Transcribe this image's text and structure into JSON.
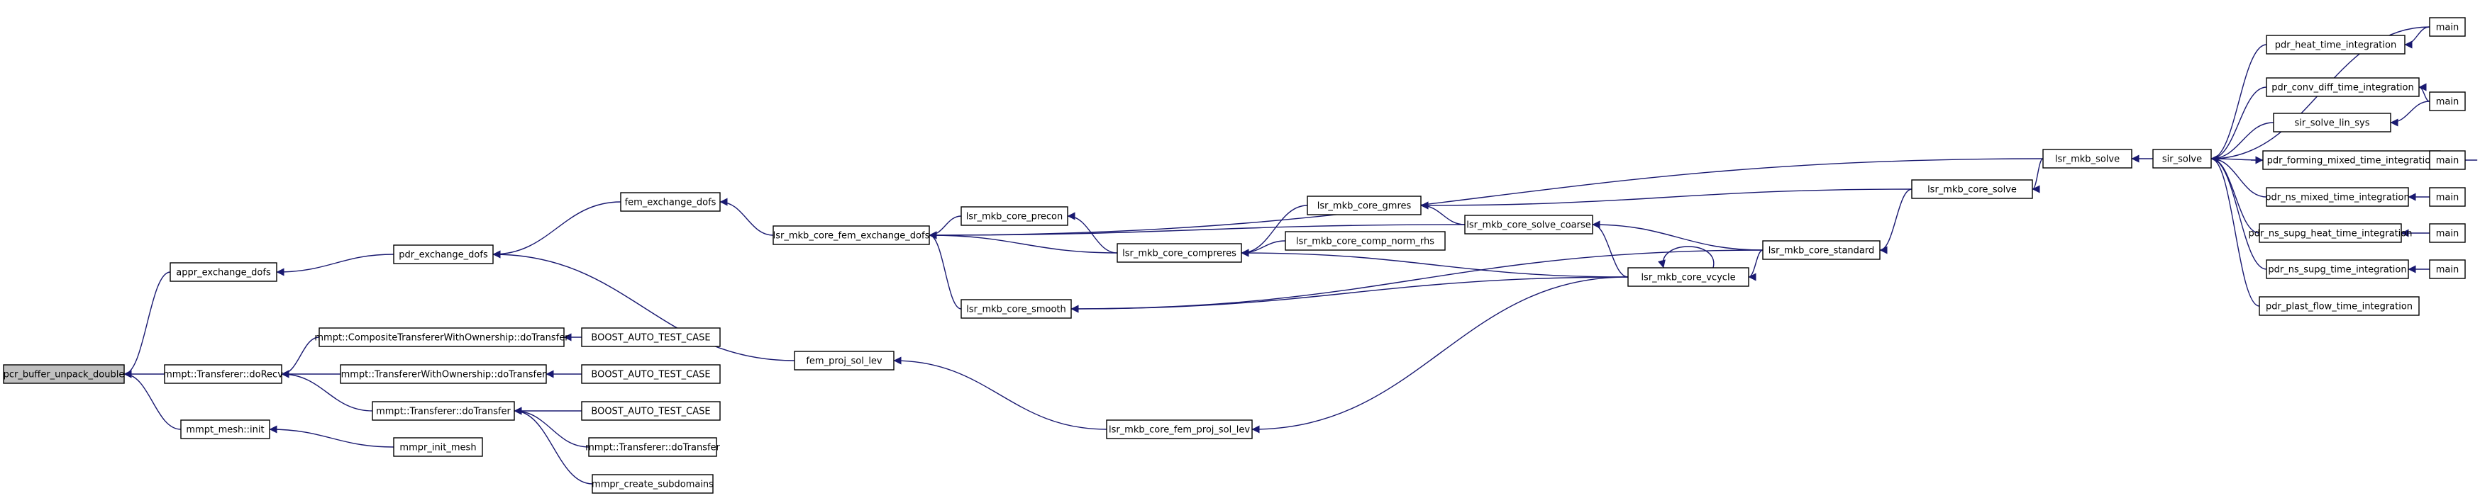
{
  "graph": {
    "root": "pcr_buffer_unpack_double",
    "edge_color": "#191970",
    "root_fill": "#c0c0c0",
    "nodes": [
      {
        "id": "n0",
        "label": "pcr_buffer_unpack_double"
      },
      {
        "id": "n1",
        "label": "appr_exchange_dofs"
      },
      {
        "id": "n2",
        "label": "mmpt::Transferer::doRecv"
      },
      {
        "id": "n3",
        "label": "mmpt_mesh::init"
      },
      {
        "id": "n4",
        "label": "pdr_exchange_dofs"
      },
      {
        "id": "n5",
        "label": "fem_exchange_dofs"
      },
      {
        "id": "n6",
        "label": "lsr_mkb_core_fem_exchange_dofs"
      },
      {
        "id": "n7",
        "label": "lsr_mkb_core_precon"
      },
      {
        "id": "n8",
        "label": "lsr_mkb_core_compreres"
      },
      {
        "id": "n9",
        "label": "lsr_mkb_core_smooth"
      },
      {
        "id": "n10",
        "label": "lsr_mkb_core_gmres"
      },
      {
        "id": "n11",
        "label": "lsr_mkb_core_comp_norm_rhs"
      },
      {
        "id": "n12",
        "label": "lsr_mkb_core_solve_coarse"
      },
      {
        "id": "n13",
        "label": "lsr_mkb_core_vcycle"
      },
      {
        "id": "n14",
        "label": "lsr_mkb_core_standard"
      },
      {
        "id": "n15",
        "label": "lsr_mkb_core_solve"
      },
      {
        "id": "n16",
        "label": "lsr_mkb_solve"
      },
      {
        "id": "n17",
        "label": "sir_solve"
      },
      {
        "id": "n18",
        "label": "pdr_heat_time_integration"
      },
      {
        "id": "n19",
        "label": "pdr_conv_diff_time_integration"
      },
      {
        "id": "n20",
        "label": "sir_solve_lin_sys"
      },
      {
        "id": "n21",
        "label": "pdr_forming_mixed_time_integration"
      },
      {
        "id": "n22",
        "label": "pdr_ns_mixed_time_integration"
      },
      {
        "id": "n23",
        "label": "pdr_ns_supg_heat_time_integration"
      },
      {
        "id": "n24",
        "label": "pdr_ns_supg_time_integration"
      },
      {
        "id": "n25",
        "label": "pdr_plast_flow_time_integration"
      },
      {
        "id": "n26",
        "label": "main"
      },
      {
        "id": "n27",
        "label": "main"
      },
      {
        "id": "n28",
        "label": "main"
      },
      {
        "id": "n29",
        "label": "main"
      },
      {
        "id": "n30",
        "label": "main"
      },
      {
        "id": "n31",
        "label": "main"
      },
      {
        "id": "n32",
        "label": "fem_proj_sol_lev"
      },
      {
        "id": "n33",
        "label": "lsr_mkb_core_fem_proj_sol_lev"
      },
      {
        "id": "n34",
        "label": "mmpt::CompositeTransfererWithOwnership::doTransfer"
      },
      {
        "id": "n35",
        "label": "mmpt::TransfererWithOwnership::doTransfer"
      },
      {
        "id": "n36",
        "label": "mmpt::Transferer::doTransfer"
      },
      {
        "id": "n37",
        "label": "BOOST_AUTO_TEST_CASE"
      },
      {
        "id": "n38",
        "label": "BOOST_AUTO_TEST_CASE"
      },
      {
        "id": "n39",
        "label": "BOOST_AUTO_TEST_CASE"
      },
      {
        "id": "n40",
        "label": "mmpt::Transferer::doTransfer"
      },
      {
        "id": "n41",
        "label": "mmpr_create_subdomains"
      },
      {
        "id": "n42",
        "label": "mmpr_init_mesh"
      }
    ],
    "edges": [
      {
        "from": "n1",
        "to": "n0"
      },
      {
        "from": "n2",
        "to": "n0"
      },
      {
        "from": "n3",
        "to": "n0"
      },
      {
        "from": "n4",
        "to": "n1"
      },
      {
        "from": "n5",
        "to": "n4"
      },
      {
        "from": "n32",
        "to": "n4"
      },
      {
        "from": "n6",
        "to": "n5"
      },
      {
        "from": "n7",
        "to": "n6"
      },
      {
        "from": "n8",
        "to": "n6"
      },
      {
        "from": "n9",
        "to": "n6"
      },
      {
        "from": "n12",
        "to": "n6"
      },
      {
        "from": "n16",
        "to": "n6"
      },
      {
        "from": "n8",
        "to": "n7"
      },
      {
        "from": "n10",
        "to": "n8"
      },
      {
        "from": "n11",
        "to": "n8"
      },
      {
        "from": "n13",
        "to": "n8"
      },
      {
        "from": "n13",
        "to": "n9"
      },
      {
        "from": "n14",
        "to": "n9"
      },
      {
        "from": "n12",
        "to": "n10"
      },
      {
        "from": "n15",
        "to": "n10"
      },
      {
        "from": "n13",
        "to": "n12"
      },
      {
        "from": "n14",
        "to": "n12"
      },
      {
        "from": "n13",
        "to": "n13"
      },
      {
        "from": "n14",
        "to": "n13"
      },
      {
        "from": "n15",
        "to": "n14"
      },
      {
        "from": "n16",
        "to": "n15"
      },
      {
        "from": "n17",
        "to": "n16"
      },
      {
        "from": "n18",
        "to": "n17"
      },
      {
        "from": "n19",
        "to": "n17"
      },
      {
        "from": "n20",
        "to": "n17"
      },
      {
        "from": "n21",
        "to": "n17"
      },
      {
        "from": "n22",
        "to": "n17"
      },
      {
        "from": "n23",
        "to": "n17"
      },
      {
        "from": "n24",
        "to": "n17"
      },
      {
        "from": "n25",
        "to": "n17"
      },
      {
        "from": "n26",
        "to": "n17"
      },
      {
        "from": "n26",
        "to": "n18"
      },
      {
        "from": "n27",
        "to": "n19"
      },
      {
        "from": "n27",
        "to": "n20"
      },
      {
        "from": "n28",
        "to": "n21"
      },
      {
        "from": "n29",
        "to": "n22"
      },
      {
        "from": "n30",
        "to": "n23"
      },
      {
        "from": "n31",
        "to": "n24"
      },
      {
        "from": "n33",
        "to": "n32"
      },
      {
        "from": "n13",
        "to": "n33"
      },
      {
        "from": "n34",
        "to": "n2"
      },
      {
        "from": "n35",
        "to": "n2"
      },
      {
        "from": "n36",
        "to": "n2"
      },
      {
        "from": "n37",
        "to": "n34"
      },
      {
        "from": "n38",
        "to": "n35"
      },
      {
        "from": "n39",
        "to": "n36"
      },
      {
        "from": "n40",
        "to": "n36"
      },
      {
        "from": "n41",
        "to": "n36"
      },
      {
        "from": "n42",
        "to": "n3"
      }
    ]
  }
}
